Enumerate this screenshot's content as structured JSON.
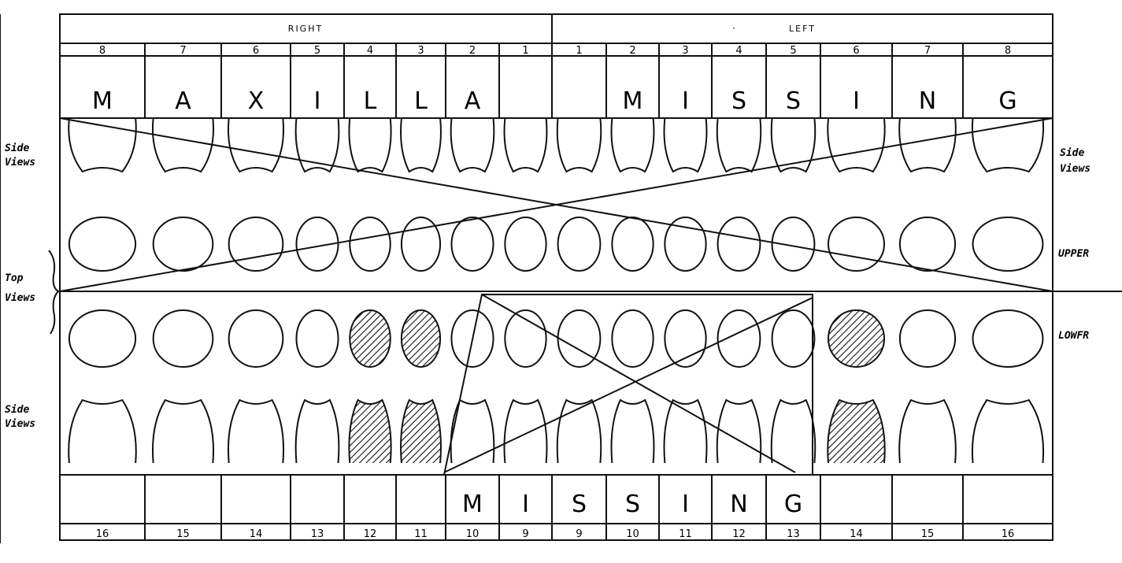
{
  "header": {
    "right": "RIGHT",
    "left": "LEFT"
  },
  "upper": {
    "numbers": [
      "8",
      "7",
      "6",
      "5",
      "4",
      "3",
      "2",
      "1",
      "1",
      "2",
      "3",
      "4",
      "5",
      "6",
      "7",
      "8"
    ],
    "letters": [
      "M",
      "A",
      "X",
      "I",
      "L",
      "L",
      "A",
      "",
      "",
      "M",
      "I",
      "S",
      "S",
      "I",
      "N",
      "G"
    ]
  },
  "lower": {
    "letters": [
      "",
      "",
      "",
      "",
      "",
      "",
      "M",
      "I",
      "S",
      "S",
      "I",
      "N",
      "G",
      "",
      "",
      ""
    ],
    "numbers": [
      "16",
      "15",
      "14",
      "13",
      "12",
      "11",
      "10",
      "9",
      "9",
      "10",
      "11",
      "12",
      "13",
      "14",
      "15",
      "16"
    ]
  },
  "side_labels": {
    "side_views": "Side Views",
    "top_views": "Top Views",
    "upper": "UPPER",
    "lower": "LOWFR"
  },
  "shaded_lower_teeth": [
    "12",
    "11",
    "14"
  ],
  "colors": {
    "ink": "#111111",
    "paper": "#ffffff"
  }
}
